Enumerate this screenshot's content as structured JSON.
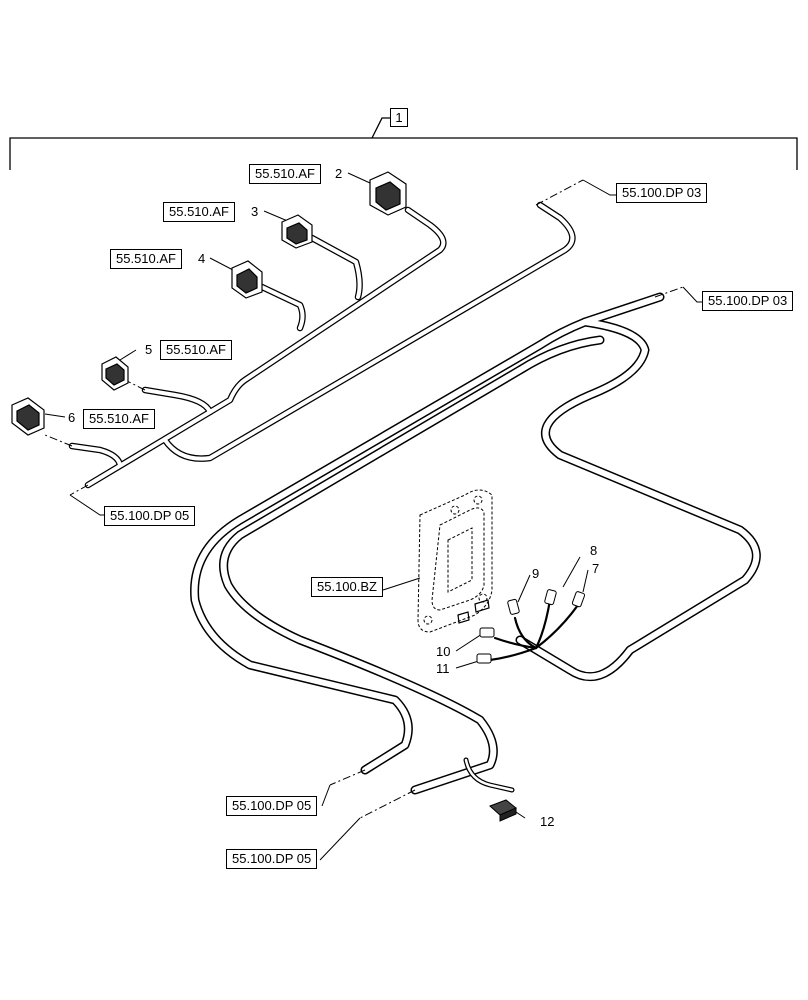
{
  "assembly": {
    "callout": "1"
  },
  "references": {
    "ref_2": "55.510.AF",
    "ref_3": "55.510.AF",
    "ref_4": "55.510.AF",
    "ref_5": "55.510.AF",
    "ref_6": "55.510.AF",
    "ref_dp03_top": "55.100.DP 03",
    "ref_dp03_mid": "55.100.DP 03",
    "ref_dp05_left": "55.100.DP 05",
    "ref_bz": "55.100.BZ",
    "ref_dp05_b1": "55.100.DP 05",
    "ref_dp05_b2": "55.100.DP 05"
  },
  "callouts": {
    "c2": "2",
    "c3": "3",
    "c4": "4",
    "c5": "5",
    "c6": "6",
    "c7": "7",
    "c8": "8",
    "c9": "9",
    "c10": "10",
    "c11": "11",
    "c12": "12"
  }
}
